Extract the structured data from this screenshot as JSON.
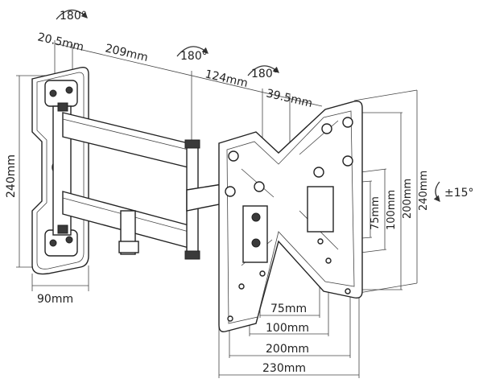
{
  "rotations": {
    "top": "180°",
    "middle": "180°",
    "right": "180°",
    "tilt": "±15°"
  },
  "dimensions": {
    "wall_offset": "20.5mm",
    "arm1": "209mm",
    "arm2": "124mm",
    "head": "39.5mm",
    "height": "240mm",
    "plate_width": "90mm",
    "vesa_75_v": "75mm",
    "vesa_100_v": "100mm",
    "vesa_200_v": "200mm",
    "vesa_240_v": "240mm",
    "vesa_75_h": "75mm",
    "vesa_100_h": "100mm",
    "vesa_200_h": "200mm",
    "vesa_230_h": "230mm"
  }
}
